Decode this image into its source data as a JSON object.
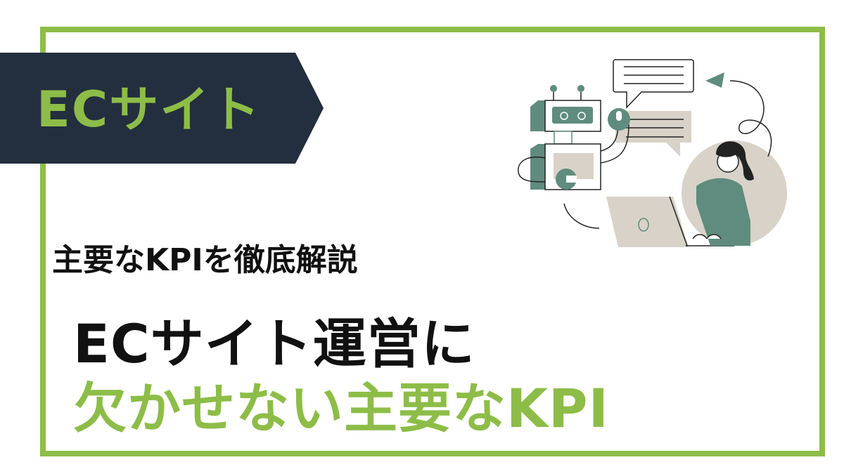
{
  "banner": {
    "label": "ECサイト"
  },
  "subtitle": "主要なKPIを徹底解説",
  "title": {
    "line1": "ECサイト運営に",
    "line2": "欠かせない主要なKPI"
  },
  "colors": {
    "accent_green": "#8dbd48",
    "navy": "#232f3e",
    "illustration_green": "#5f8c7e",
    "beige": "#d8d2c8"
  }
}
